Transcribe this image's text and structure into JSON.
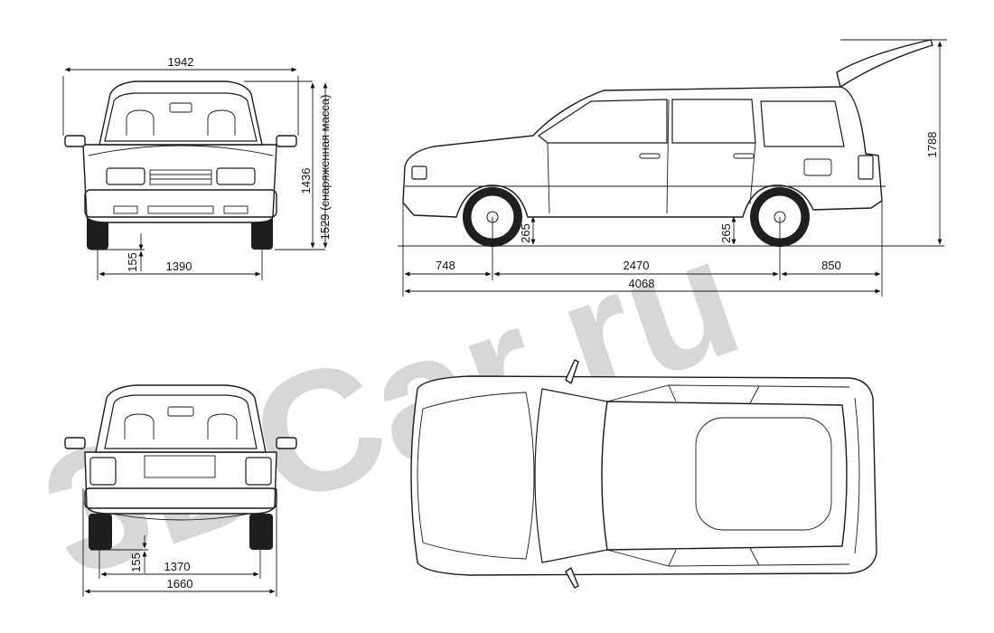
{
  "watermark": {
    "text": "3DCar.ru",
    "color": "#b8b8b8"
  },
  "front_view": {
    "width_label": "1942",
    "height_label": "1436",
    "height_loaded_label": "1529 (снаряженная масса)",
    "track_label": "1390",
    "clearance_label": "155"
  },
  "side_view": {
    "height_label": "1788",
    "front_overhang_label": "748",
    "wheelbase_label": "2470",
    "rear_overhang_label": "850",
    "length_label": "4068",
    "front_wheel_radius_label": "265",
    "rear_wheel_radius_label": "265"
  },
  "rear_view": {
    "track_label": "1370",
    "width_label": "1660",
    "clearance_label": "155"
  }
}
